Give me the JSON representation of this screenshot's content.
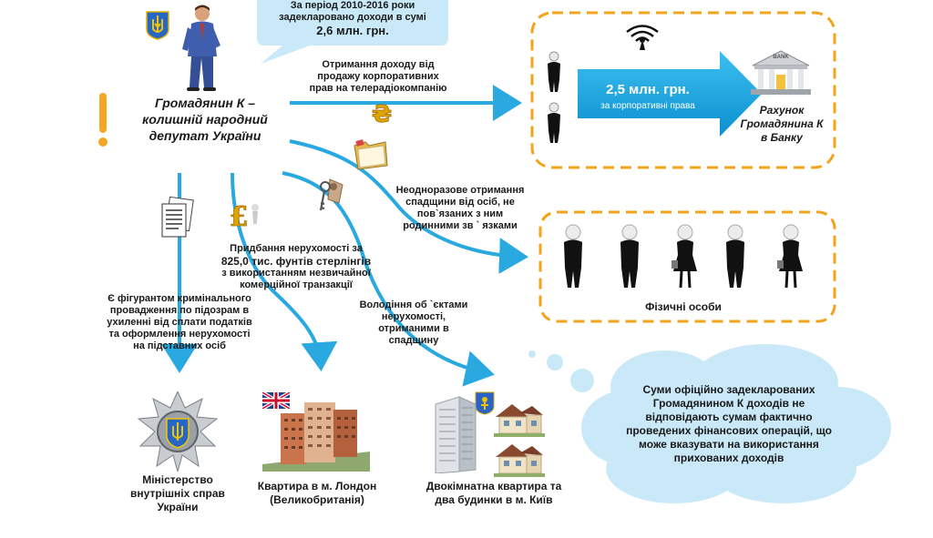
{
  "colors": {
    "arrow": "#29a9df",
    "bubble": "#c9e9f8",
    "dashed_border": "#f2a41a",
    "banner": "#1aa6e0",
    "warning": "#f5a623"
  },
  "icons": [
    "ukraine-coat-of-arms-icon",
    "businessman-icon",
    "exclamation-icon",
    "hryvnia-coin-icon",
    "folder-icon",
    "keys-icon",
    "documents-icon",
    "pound-coin-icon",
    "wireless-signal-icon",
    "bank-icon",
    "police-badge-icon",
    "uk-flag-icon",
    "kyiv-coat-of-arms-icon"
  ],
  "top_bubble": {
    "line1": "За період  2010-2016 роки",
    "line2": "задекларовано доходи в сумі",
    "line3": "2,6 млн. грн."
  },
  "citizen": {
    "line1": "Громадянин К –",
    "line2": "колишній народний",
    "line3": "депутат України"
  },
  "corporate_income": {
    "line1": "Отримання доходу від",
    "line2": "продажу корпоративних",
    "line3": "прав на телерадіокомпанію"
  },
  "banner": {
    "amount": "2,5 млн. грн.",
    "caption": "за корпоративні права"
  },
  "bank_account": {
    "line1": "Рахунок",
    "line2": "Громадянина К",
    "line3": "в Банку"
  },
  "bank_label": "BANK",
  "inheritance": {
    "line1": "Неодноразове отримання",
    "line2": "спадщини від осіб, не",
    "line3": "пов`язаних з ним",
    "line4": "родинними зв ` язками"
  },
  "individuals_label": "Фізичні особи",
  "london_purchase": {
    "line1": "Придбання нерухомості  за",
    "line2": "825,0 тис. фунтів стерлінгів",
    "line3": "з використанням незвичайної",
    "line4": "комерційної транзакції"
  },
  "criminal_case": {
    "line1": "Є фігурантом кримінального",
    "line2": "провадження по підозрам в",
    "line3": "ухиленні від сплати податків",
    "line4": "та оформлення нерухомості",
    "line5": "на підставних осіб"
  },
  "ownership": {
    "line1": "Володіння об `єктами",
    "line2": "нерухомості,",
    "line3": "отриманими в",
    "line4": "спадщину"
  },
  "ministry": {
    "line1": "Міністерство",
    "line2": "внутрішніх справ",
    "line3": "України"
  },
  "london_apartment": {
    "line1": "Квартира в м. Лондон",
    "line2": "(Великобританія)"
  },
  "kyiv_property": {
    "line1": "Двокімнатна квартира та",
    "line2": "два будинки в  м. Київ"
  },
  "conclusion": {
    "line1": "Суми офіційно задекларованих",
    "line2": "Громадянином К доходів  не",
    "line3": "відповідають сумам фактично",
    "line4": "проведених фінансових операцій, що",
    "line5": "може вказувати на використання",
    "line6": "прихованих доходів"
  }
}
